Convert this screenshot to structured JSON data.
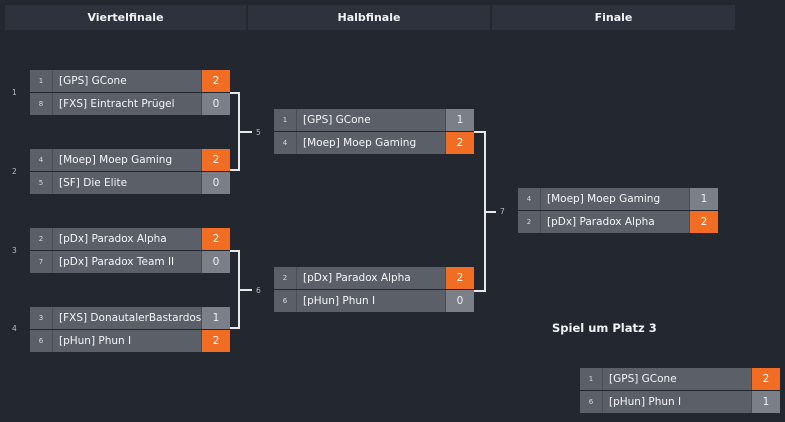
{
  "rounds": [
    {
      "title": "Viertelfinale"
    },
    {
      "title": "Halbfinale"
    },
    {
      "title": "Finale"
    }
  ],
  "matches": {
    "m1": {
      "number": "1",
      "teams": [
        {
          "seed": "1",
          "name": "[GPS] GCone",
          "score": "2",
          "winner": true
        },
        {
          "seed": "8",
          "name": "[FXS] Eintracht Prügel",
          "score": "0",
          "winner": false
        }
      ]
    },
    "m2": {
      "number": "2",
      "teams": [
        {
          "seed": "4",
          "name": "[Moep] Moep Gaming",
          "score": "2",
          "winner": true
        },
        {
          "seed": "5",
          "name": "[SF] Die Elite",
          "score": "0",
          "winner": false
        }
      ]
    },
    "m3": {
      "number": "3",
      "teams": [
        {
          "seed": "2",
          "name": "[pDx] Paradox Alpha",
          "score": "2",
          "winner": true
        },
        {
          "seed": "7",
          "name": "[pDx] Paradox Team II",
          "score": "0",
          "winner": false
        }
      ]
    },
    "m4": {
      "number": "4",
      "teams": [
        {
          "seed": "3",
          "name": "[FXS] DonautalerBastardos",
          "score": "1",
          "winner": false
        },
        {
          "seed": "6",
          "name": "[pHun] Phun I",
          "score": "2",
          "winner": true
        }
      ]
    },
    "m5": {
      "number": "5",
      "teams": [
        {
          "seed": "1",
          "name": "[GPS] GCone",
          "score": "1",
          "winner": false
        },
        {
          "seed": "4",
          "name": "[Moep] Moep Gaming",
          "score": "2",
          "winner": true
        }
      ]
    },
    "m6": {
      "number": "6",
      "teams": [
        {
          "seed": "2",
          "name": "[pDx] Paradox Alpha",
          "score": "2",
          "winner": true
        },
        {
          "seed": "6",
          "name": "[pHun] Phun I",
          "score": "0",
          "winner": false
        }
      ]
    },
    "m7": {
      "number": "7",
      "teams": [
        {
          "seed": "4",
          "name": "[Moep] Moep Gaming",
          "score": "1",
          "winner": false
        },
        {
          "seed": "2",
          "name": "[pDx] Paradox Alpha",
          "score": "2",
          "winner": true
        }
      ]
    },
    "third": {
      "number": "",
      "teams": [
        {
          "seed": "1",
          "name": "[GPS] GCone",
          "score": "2",
          "winner": true
        },
        {
          "seed": "6",
          "name": "[pHun] Phun I",
          "score": "1",
          "winner": false
        }
      ]
    }
  },
  "third_place": {
    "title": "Spiel um Platz 3"
  },
  "colors": {
    "background": "#232730",
    "header": "#2d323c",
    "winner": "#f26d24",
    "row": "#5b5f68"
  }
}
